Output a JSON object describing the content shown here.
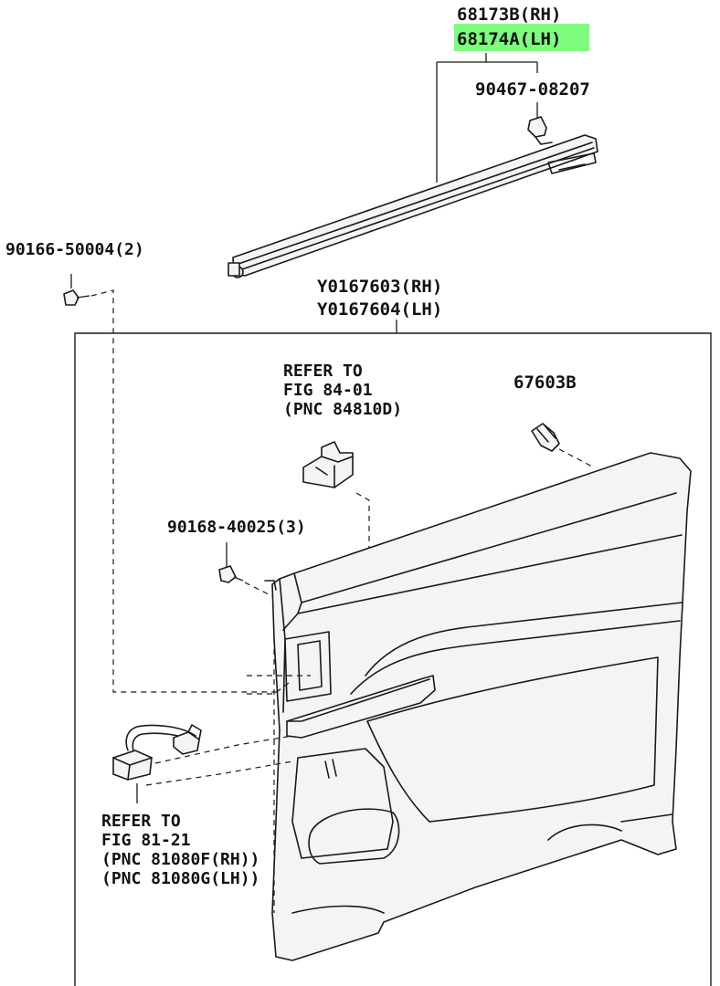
{
  "labels": {
    "p68173b": "68173B(RH)",
    "p68174a": "68174A(LH)",
    "p90467": "90467-08207",
    "p90166": "90166-50004(2)",
    "y0167603": "Y0167603(RH)",
    "y0167604": "Y0167604(LH)",
    "ref84_1": "REFER TO",
    "ref84_2": "FIG 84-01",
    "ref84_3": "(PNC 84810D)",
    "p67603b": "67603B",
    "p90168": "90168-40025(3)",
    "ref81_1": "REFER TO",
    "ref81_2": "FIG 81-21",
    "ref81_3": "(PNC 81080F(RH))",
    "ref81_4": "(PNC 81080G(LH))"
  },
  "colors": {
    "highlight": "#7dfc7d",
    "line": "#1a1a1a",
    "panel_fill": "#f4f4f4"
  }
}
